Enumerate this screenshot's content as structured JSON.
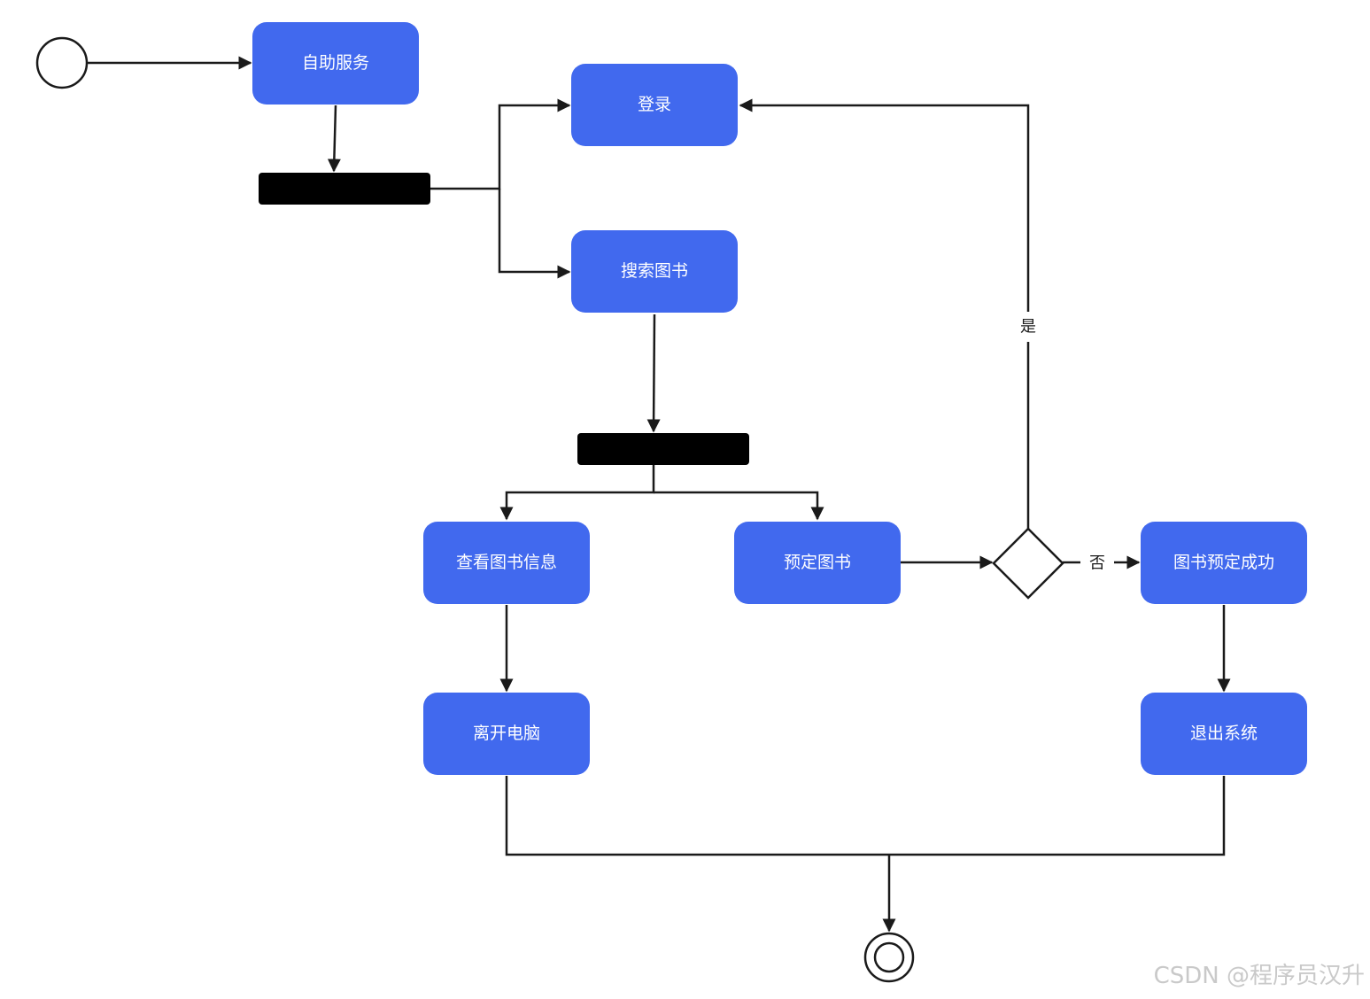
{
  "nodes": {
    "self_service": "自助服务",
    "login": "登录",
    "search_books": "搜索图书",
    "view_book_info": "查看图书信息",
    "reserve_book": "预定图书",
    "reserve_success": "图书预定成功",
    "leave_computer": "离开电脑",
    "exit_system": "退出系统"
  },
  "labels": {
    "yes": "是",
    "no": "否"
  },
  "watermark": "CSDN @程序员汉升",
  "colors": {
    "node_fill": "#4169ee",
    "line": "#1a1a1a",
    "bar": "#000000"
  }
}
